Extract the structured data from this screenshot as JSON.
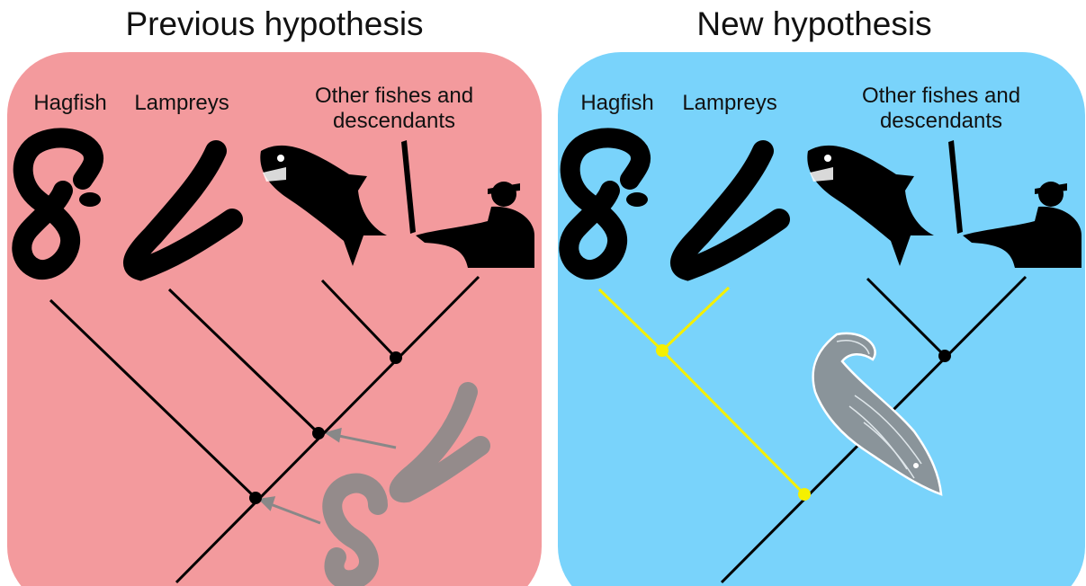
{
  "panels": [
    {
      "title": "Previous hypothesis",
      "background": "#f39a9d",
      "taxa": [
        "Hagfish",
        "Lampreys",
        "Other fishes and",
        "descendants"
      ]
    },
    {
      "title": "New hypothesis",
      "background": "#79d3fb",
      "taxa": [
        "Hagfish",
        "Lampreys",
        "Other fishes and",
        "descendants"
      ]
    }
  ],
  "colors": {
    "branch": "#000000",
    "cyclostome_branch": "#f5f000",
    "ghost_silhouette": "#8a8a8a",
    "fossil_fish": "#8a949a"
  },
  "icons": [
    "hagfish-icon",
    "lamprey-icon",
    "shark-icon",
    "baseball-player-icon",
    "fossil-fish-icon"
  ]
}
